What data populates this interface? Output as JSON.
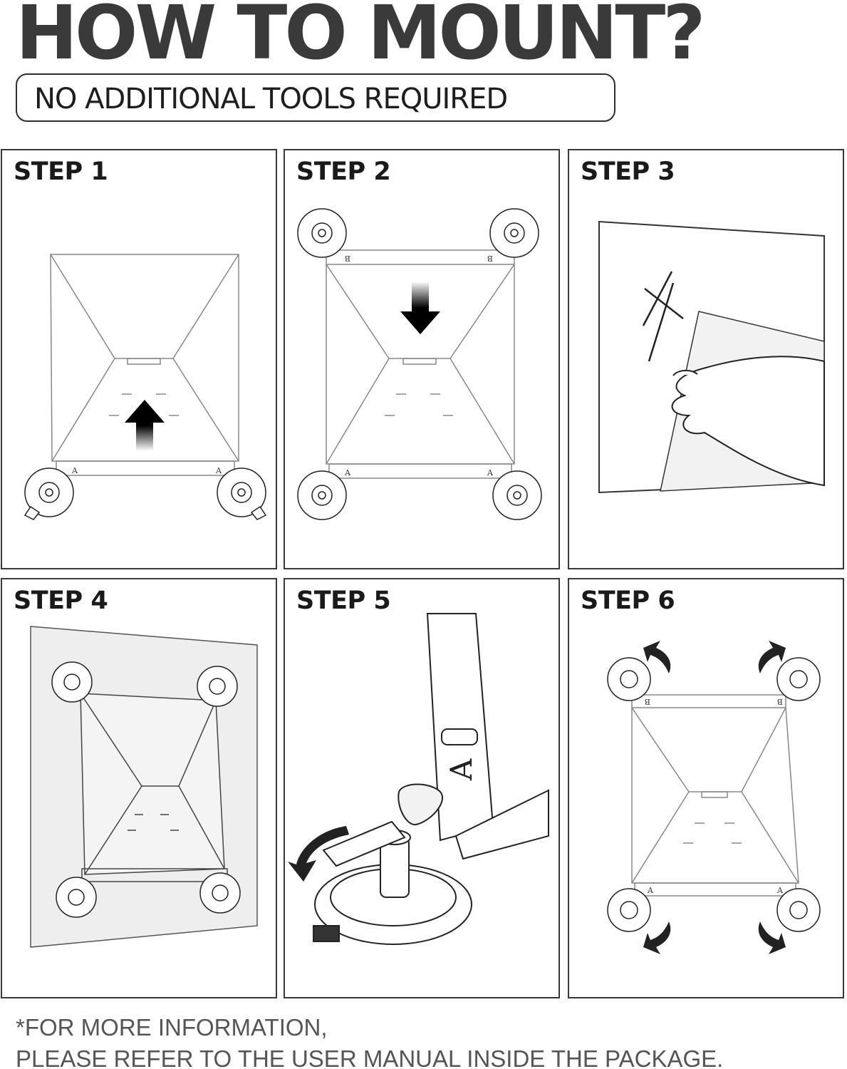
{
  "header": {
    "title": "HOW TO MOUNT?",
    "subtitle": "NO ADDITIONAL TOOLS REQUIRED"
  },
  "steps": [
    {
      "label": "STEP 1"
    },
    {
      "label": "STEP 2"
    },
    {
      "label": "STEP 3"
    },
    {
      "label": "STEP 4"
    },
    {
      "label": "STEP 5"
    },
    {
      "label": "STEP 6"
    }
  ],
  "marks": {
    "a": "A",
    "b": "B"
  },
  "footer": {
    "line1": "*FOR MORE INFORMATION,",
    "line2": "PLEASE REFER TO THE USER MANUAL INSIDE THE PACKAGE."
  },
  "colors": {
    "ink": "#1a1a1a",
    "title": "#3a3a3a",
    "wall": "#eeeeee"
  }
}
